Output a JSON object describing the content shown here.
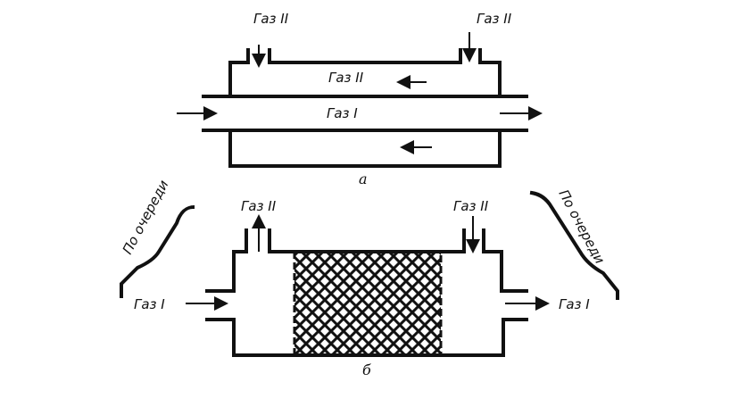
{
  "diagram_a": {
    "gas2_inlet_left": "Газ II",
    "gas2_inlet_right": "Газ II",
    "annulus_label": "Газ II",
    "tube_label": "Газ I",
    "caption": "а"
  },
  "diagram_b": {
    "gas2_left": "Газ II",
    "gas2_right": "Газ II",
    "gas1_in": "Газ I",
    "gas1_out": "Газ I",
    "note_left": "По очереди",
    "note_right": "По очереди",
    "caption": "б"
  },
  "colors": {
    "ink": "#111111",
    "background": "#ffffff"
  }
}
